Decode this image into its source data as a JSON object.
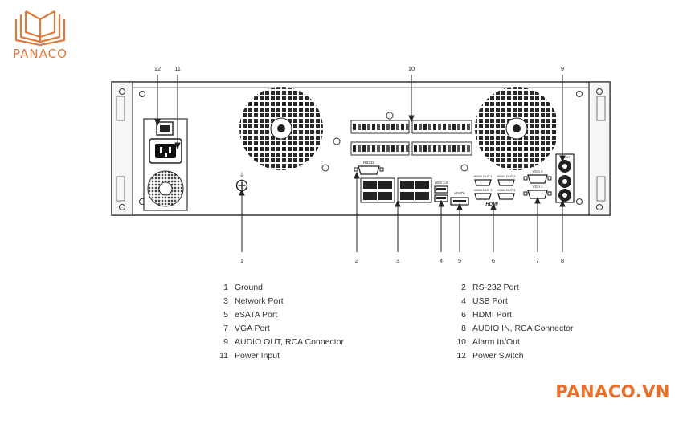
{
  "brand": {
    "name": "PANACO",
    "url": "PANACO.VN",
    "color": "#e8702a"
  },
  "callouts": {
    "top": [
      "12",
      "11",
      "10",
      "9"
    ],
    "bottom": [
      "1",
      "2",
      "3",
      "4",
      "5",
      "6",
      "7",
      "8"
    ]
  },
  "panel_labels": {
    "rs232": "RS232",
    "usb": "USB 3.0",
    "esata": "eSATA",
    "hdmi_top_left": "HDMI OUT 1",
    "hdmi_top_right": "HDMI OUT 2",
    "hdmi_bottom_left": "HDMI OUT 3",
    "hdmi_bottom_right": "HDMI OUT 4",
    "hdmi_logo": "HDMI",
    "vga_top": "VGA 2",
    "vga_bottom": "VGA 1",
    "audio": "AUDIO"
  },
  "legend": {
    "left": [
      {
        "num": "1",
        "label": "Ground"
      },
      {
        "num": "3",
        "label": "Network Port"
      },
      {
        "num": "5",
        "label": "eSATA Port"
      },
      {
        "num": "7",
        "label": "VGA Port"
      },
      {
        "num": "9",
        "label": "AUDIO OUT, RCA Connector"
      },
      {
        "num": "11",
        "label": "Power Input"
      }
    ],
    "right": [
      {
        "num": "2",
        "label": "RS-232 Port"
      },
      {
        "num": "4",
        "label": "USB Port"
      },
      {
        "num": "6",
        "label": "HDMI Port"
      },
      {
        "num": "8",
        "label": "AUDIO IN, RCA Connector"
      },
      {
        "num": "10",
        "label": "Alarm In/Out"
      },
      {
        "num": "12",
        "label": "Power Switch"
      }
    ]
  }
}
